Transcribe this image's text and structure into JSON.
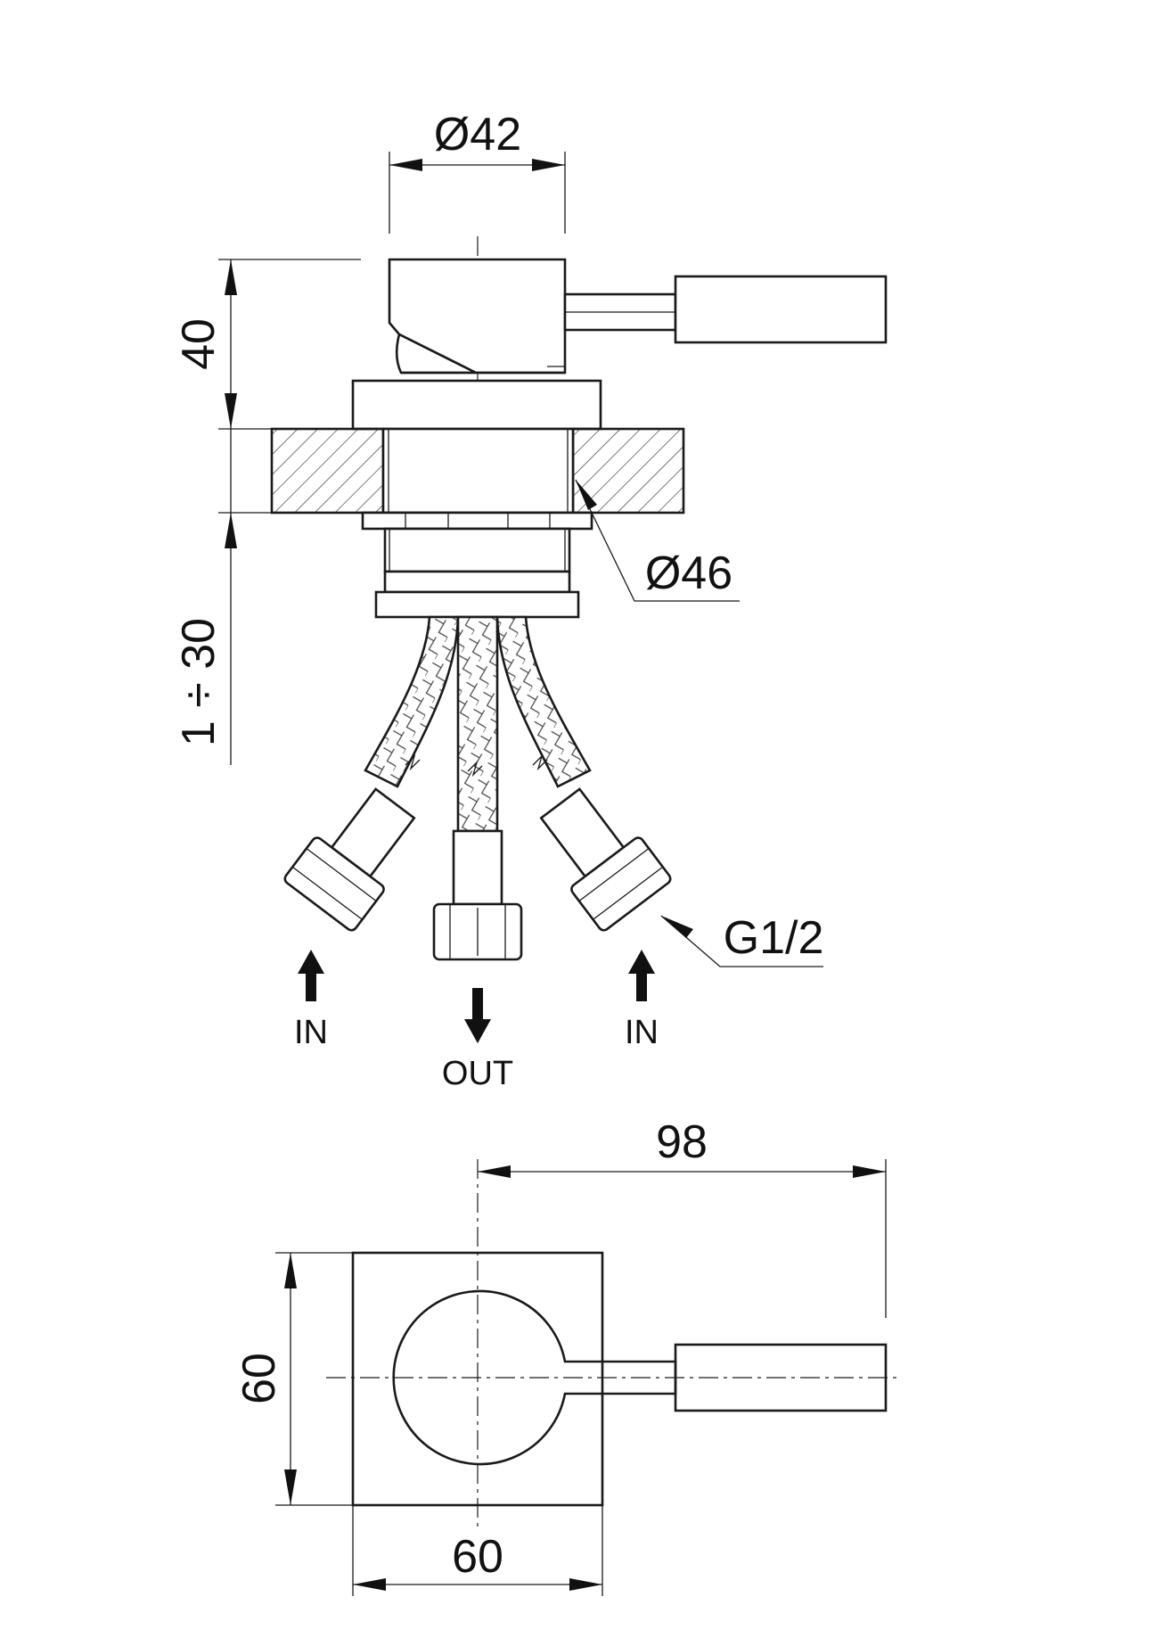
{
  "side_view": {
    "dim_handle_diameter": "Ø42",
    "dim_body_height": "40",
    "dim_deck_thickness": "1 ÷ 30",
    "dim_hole_diameter": "Ø46",
    "dim_thread": "G1/2",
    "label_in_left": "IN",
    "label_out": "OUT",
    "label_in_right": "IN"
  },
  "top_view": {
    "dim_lever_reach": "98",
    "dim_plate_height": "60",
    "dim_plate_width": "60"
  }
}
